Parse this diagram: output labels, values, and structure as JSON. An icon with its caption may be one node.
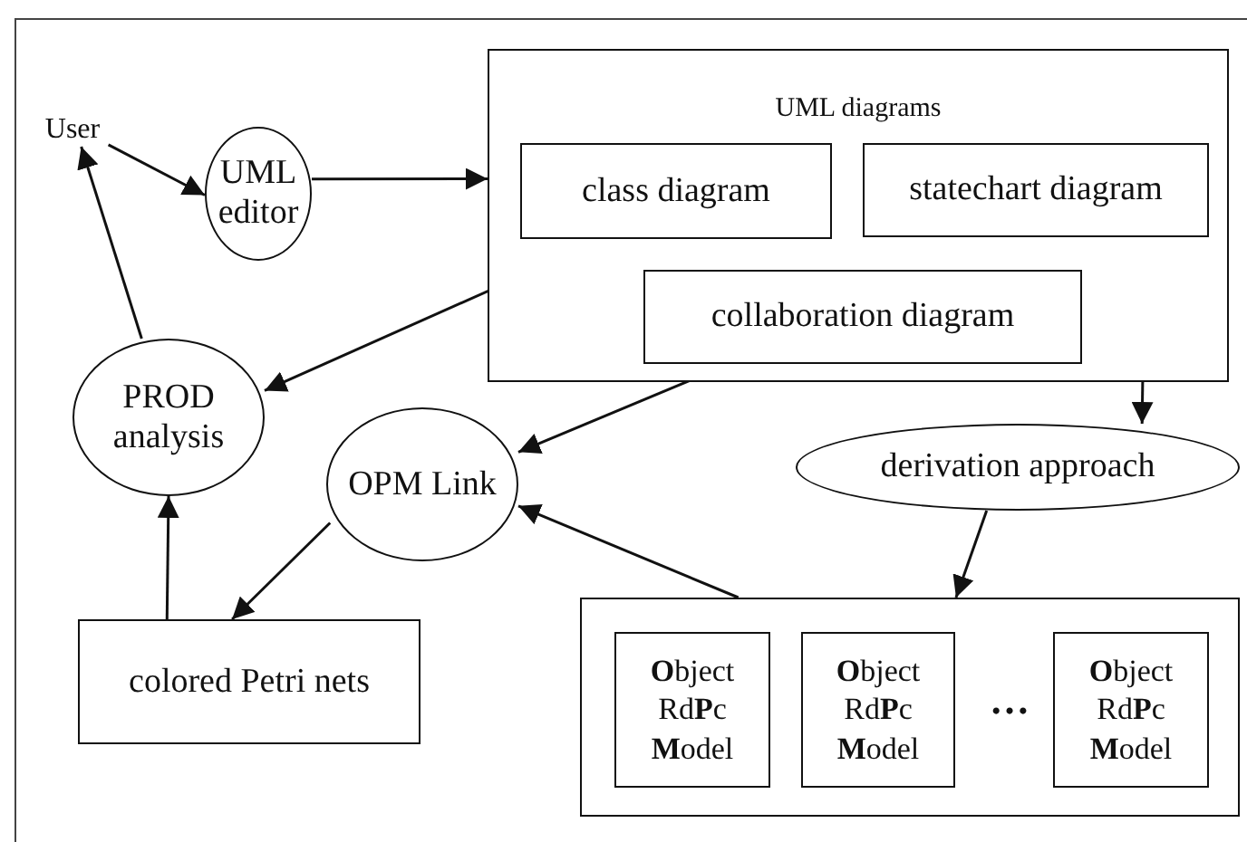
{
  "diagram": {
    "nodes": [
      {
        "text": [
          "User"
        ]
      },
      {
        "text": [
          "UML editor"
        ]
      },
      {
        "text": [
          "UML diagrams"
        ]
      },
      {
        "text": [
          "class diagram"
        ],
        "in": 2
      },
      {
        "text": [
          "statechart diagram"
        ],
        "in": 2
      },
      {
        "text": [
          "collaboration diagram"
        ],
        "in": 2
      },
      {
        "text": [
          "PROD analysis"
        ]
      },
      {
        "text": [
          "OPM Link"
        ]
      },
      {
        "text": [
          "derivation approach"
        ]
      },
      {
        "text": [
          "colored Petri nets"
        ]
      },
      {
        "text": [],
        "shape": "box"
      },
      {
        "text": [
          "**O**bject Rd**P**c **M**odel"
        ],
        "in": 10
      },
      {
        "text": [
          "**O**bject Rd**P**c **M**odel"
        ],
        "in": 10
      },
      {
        "text": [
          "**O**bject Rd**P**c **M**odel"
        ],
        "in": 10
      }
    ],
    "edges": [
      {
        "from": 0,
        "to": 1,
        "arrow": "to"
      },
      {
        "from": 1,
        "to": 2,
        "arrow": "to"
      },
      {
        "from": 3,
        "to": 6,
        "arrow": "to"
      },
      {
        "from": 5,
        "to": 7,
        "arrow": "to"
      },
      {
        "from": 4,
        "to": 8,
        "arrow": "to"
      },
      {
        "from": 8,
        "to": 10,
        "arrow": "to"
      },
      {
        "from": 10,
        "to": 7,
        "arrow": "to"
      },
      {
        "from": 7,
        "to": 9,
        "arrow": "to"
      },
      {
        "from": 9,
        "to": 6,
        "arrow": "to"
      },
      {
        "from": 6,
        "to": 0,
        "arrow": "to"
      }
    ],
    "labels": [
      "…"
    ]
  }
}
